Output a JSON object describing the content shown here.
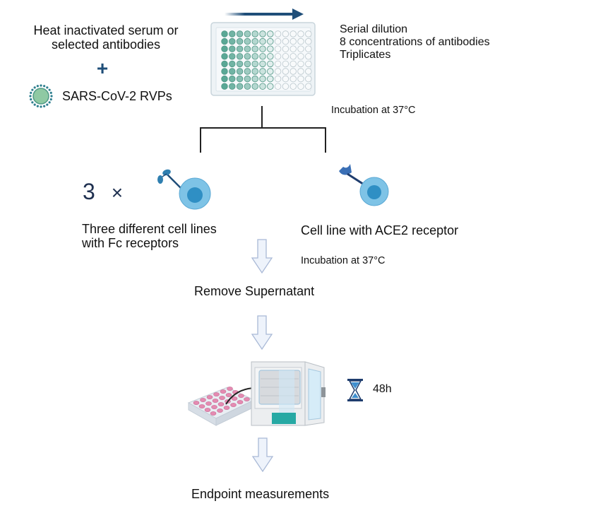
{
  "inputs": {
    "serum_line1": "Heat inactivated serum or",
    "serum_line2": "selected antibodies",
    "plus_symbol": "+",
    "virus_label": "SARS-CoV-2 RVPs"
  },
  "plate": {
    "rows": 8,
    "cols": 12,
    "notes": [
      "Serial dilution",
      "8 concentrations of antibodies",
      "Triplicates"
    ]
  },
  "step1": {
    "incubation": "Incubation at 37°C"
  },
  "branches": {
    "left": {
      "multiplier": "3",
      "times": "×",
      "label_line1": "Three different cell lines",
      "label_line2": "with Fc receptors"
    },
    "right": {
      "label": "Cell line with ACE2 receptor"
    }
  },
  "step2": {
    "incubation": "Incubation at 37°C"
  },
  "step3": {
    "label": "Remove Supernatant"
  },
  "step4": {
    "duration": "48h"
  },
  "step5": {
    "label": "Endpoint measurements"
  },
  "colors": {
    "navy": "#1f4e79",
    "well_teal": "#5aa896",
    "cell_outer": "#7ec3e6",
    "cell_inner": "#2f8fc4",
    "arrow_fill": "#eef3fb",
    "arrow_stroke": "#a9b9d6",
    "incubator_teal": "#27a9a4",
    "plate_pink": "#e48bb1"
  }
}
